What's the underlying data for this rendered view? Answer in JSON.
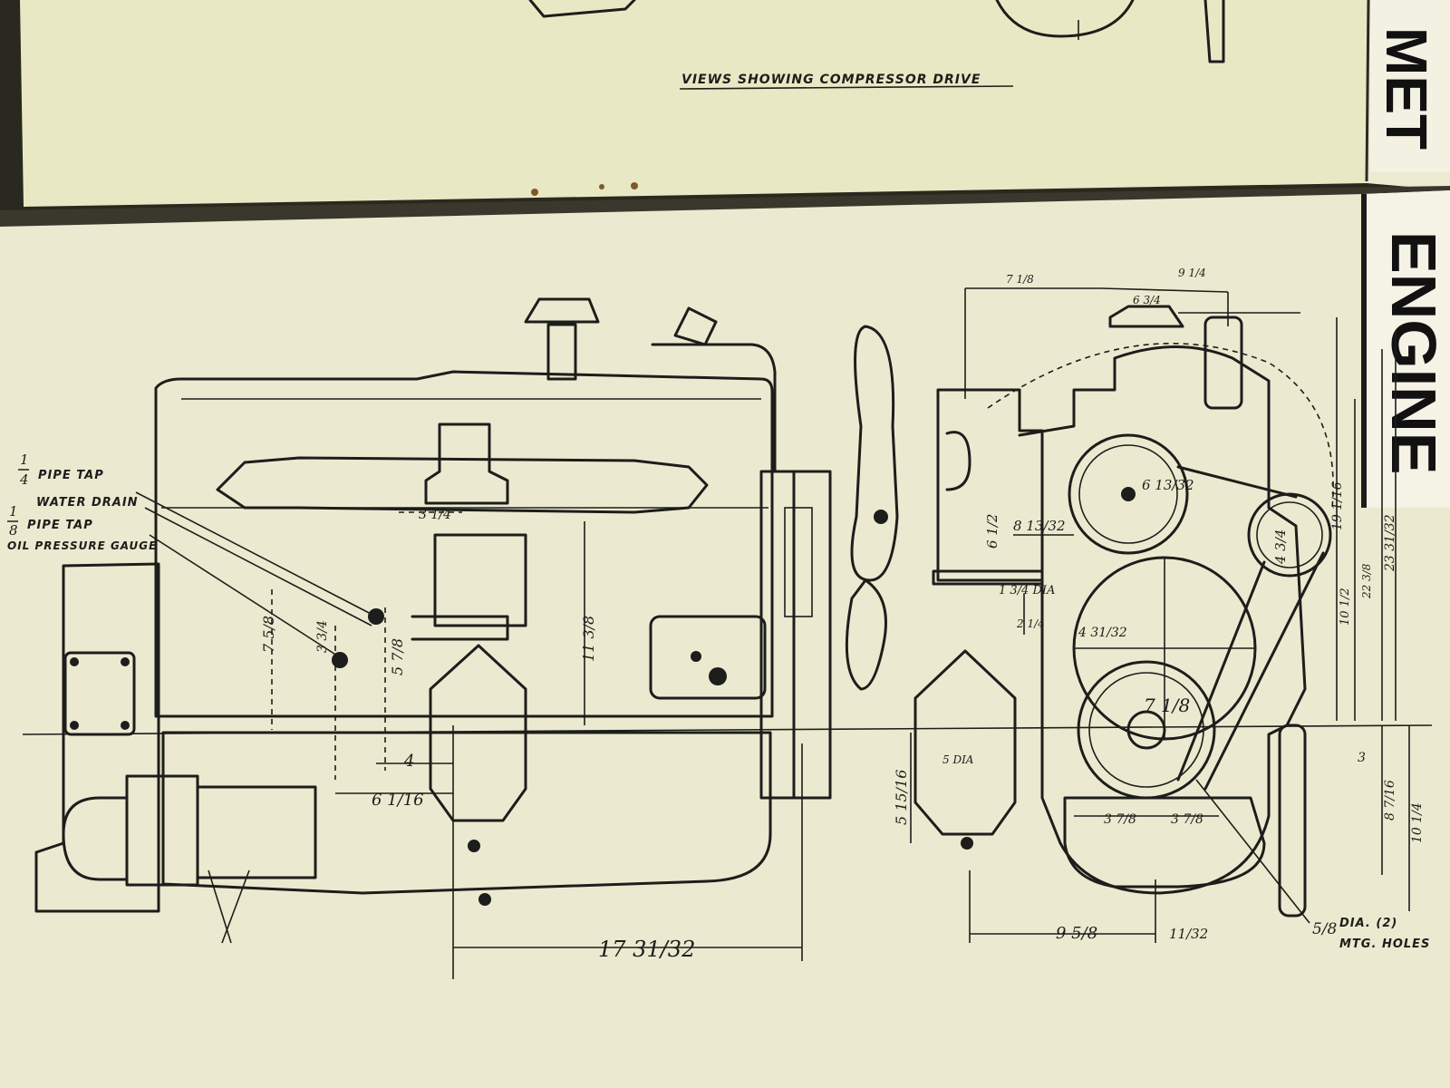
{
  "top_page": {
    "caption": "VIEWS SHOWING COMPRESSOR DRIVE",
    "side_band_text": "MET"
  },
  "right_band": {
    "text": "ENGINE"
  },
  "side_view": {
    "callouts": {
      "quarter_pipe_tap": "PIPE TAP",
      "water_drain": "WATER DRAIN",
      "eighth_pipe_tap": "PIPE TAP",
      "oil_pressure_gauge": "OIL PRESSURE GAUGE"
    },
    "dimensions": {
      "overall_length": "17 31/32",
      "d_3_1_4": "3 1/4",
      "d_7_5_8": "7 5/8",
      "d_3_3_4": "3 3/4",
      "d_5_7_8": "5 7/8",
      "d_11_3_8": "11 3/8",
      "d_4": "4",
      "d_6_1_16": "6 1/16"
    }
  },
  "front_view": {
    "dimensions": {
      "top_7_1_8": "7 1/8",
      "top_9_1_4": "9 1/4",
      "top_6_3_4": "6 3/4",
      "h_19_1_16": "19 1/16",
      "h_23_31_32": "23 31/32",
      "h_22_3_8": "22 3/8",
      "h_10_1_2": "10 1/2",
      "pulley_6_13_32": "6 13/32",
      "pulley_4_3_4": "4 3/4",
      "pulley_7_1_8": "7 1/8",
      "d_6_1_2": "6 1/2",
      "d_8_13_32": "8 13/32",
      "d_1_3_4_dia": "1 3/4 DIA",
      "d_2_1_4": "2 1/4",
      "d_4_31_32": "4 31/32",
      "filter_dia": "5 DIA",
      "filter_h": "5 15/16",
      "d_3_7_8_left": "3 7/8",
      "d_3_7_8_right": "3 7/8",
      "d_3": "3",
      "d_8_7_16": "8 7/16",
      "d_10_1_4": "10 1/4",
      "d_9_5_8": "9 5/8",
      "d_11_32": "11/32",
      "mount_hole_size": "5/8",
      "mount_holes_line1": "DIA. (2)",
      "mount_holes_line2": "MTG. HOLES"
    }
  }
}
